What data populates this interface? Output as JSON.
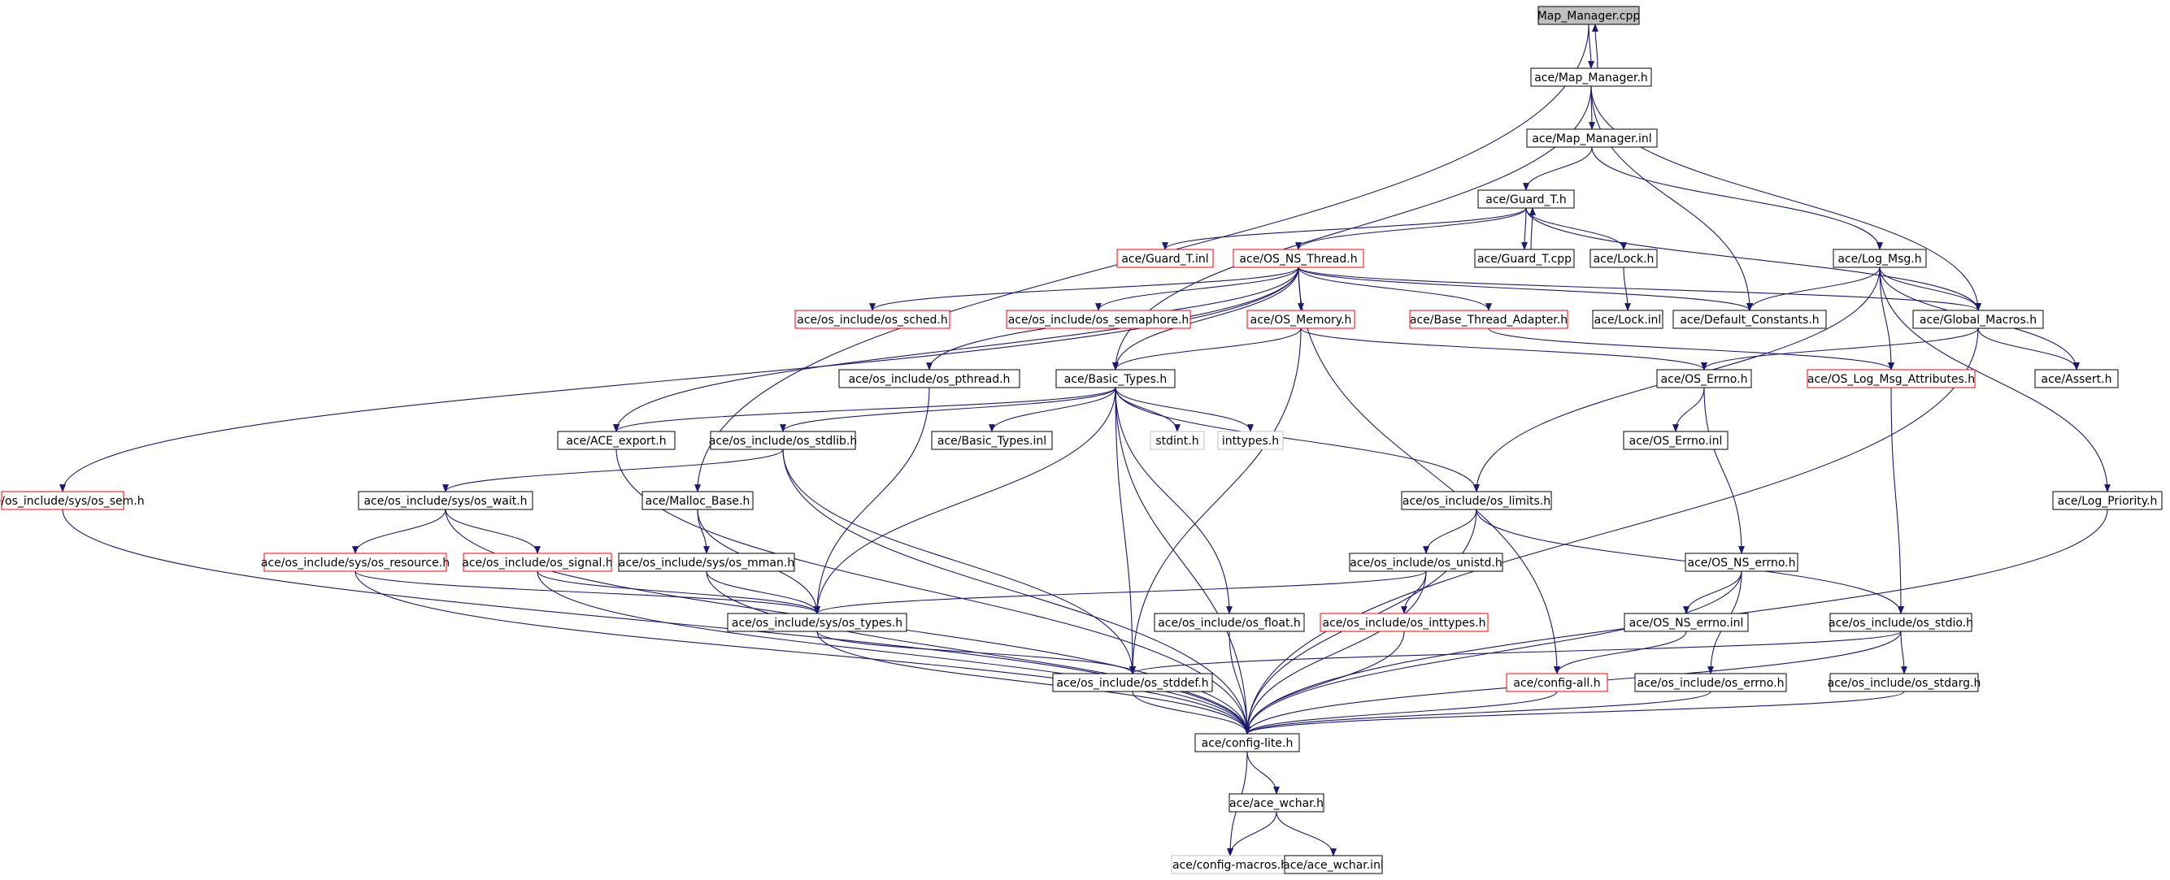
{
  "graph": {
    "colors": {
      "edge": "#191970",
      "node_border": "#000000",
      "node_border_incomplete": "#ff0000",
      "node_border_missing": "#bfbfbf",
      "root_fill": "#bfbfbf",
      "node_fill": "#ffffff"
    },
    "nodes": [
      {
        "id": "map_manager_cpp",
        "label": "Map_Manager.cpp",
        "style": "root"
      },
      {
        "id": "map_manager_h",
        "label": "ace/Map_Manager.h",
        "style": "normal"
      },
      {
        "id": "map_manager_inl",
        "label": "ace/Map_Manager.inl",
        "style": "normal"
      },
      {
        "id": "guard_t_h",
        "label": "ace/Guard_T.h",
        "style": "normal"
      },
      {
        "id": "guard_t_inl",
        "label": "ace/Guard_T.inl",
        "style": "incomplete"
      },
      {
        "id": "os_ns_thread_h",
        "label": "ace/OS_NS_Thread.h",
        "style": "incomplete"
      },
      {
        "id": "guard_t_cpp",
        "label": "ace/Guard_T.cpp",
        "style": "normal"
      },
      {
        "id": "lock_h",
        "label": "ace/Lock.h",
        "style": "normal"
      },
      {
        "id": "log_msg_h",
        "label": "ace/Log_Msg.h",
        "style": "normal"
      },
      {
        "id": "os_sched_h",
        "label": "ace/os_include/os_sched.h",
        "style": "incomplete"
      },
      {
        "id": "os_semaphore_h",
        "label": "ace/os_include/os_semaphore.h",
        "style": "incomplete"
      },
      {
        "id": "os_memory_h",
        "label": "ace/OS_Memory.h",
        "style": "incomplete"
      },
      {
        "id": "base_thread_adapter_h",
        "label": "ace/Base_Thread_Adapter.h",
        "style": "incomplete"
      },
      {
        "id": "lock_inl",
        "label": "ace/Lock.inl",
        "style": "normal"
      },
      {
        "id": "default_constants_h",
        "label": "ace/Default_Constants.h",
        "style": "normal"
      },
      {
        "id": "global_macros_h",
        "label": "ace/Global_Macros.h",
        "style": "normal"
      },
      {
        "id": "os_pthread_h",
        "label": "ace/os_include/os_pthread.h",
        "style": "normal"
      },
      {
        "id": "basic_types_h",
        "label": "ace/Basic_Types.h",
        "style": "normal"
      },
      {
        "id": "os_errno_h",
        "label": "ace/OS_Errno.h",
        "style": "normal"
      },
      {
        "id": "os_log_msg_attributes_h",
        "label": "ace/OS_Log_Msg_Attributes.h",
        "style": "incomplete"
      },
      {
        "id": "assert_h",
        "label": "ace/Assert.h",
        "style": "normal"
      },
      {
        "id": "ace_export_h",
        "label": "ace/ACE_export.h",
        "style": "normal"
      },
      {
        "id": "os_stdlib_h",
        "label": "ace/os_include/os_stdlib.h",
        "style": "normal"
      },
      {
        "id": "basic_types_inl",
        "label": "ace/Basic_Types.inl",
        "style": "normal"
      },
      {
        "id": "stdint_h",
        "label": "stdint.h",
        "style": "missing"
      },
      {
        "id": "inttypes_h",
        "label": "inttypes.h",
        "style": "missing"
      },
      {
        "id": "os_errno_inl",
        "label": "ace/OS_Errno.inl",
        "style": "normal"
      },
      {
        "id": "os_sem_h",
        "label": "ace/os_include/sys/os_sem.h",
        "style": "incomplete"
      },
      {
        "id": "os_wait_h",
        "label": "ace/os_include/sys/os_wait.h",
        "style": "normal"
      },
      {
        "id": "malloc_base_h",
        "label": "ace/Malloc_Base.h",
        "style": "normal"
      },
      {
        "id": "os_limits_h",
        "label": "ace/os_include/os_limits.h",
        "style": "normal"
      },
      {
        "id": "log_priority_h",
        "label": "ace/Log_Priority.h",
        "style": "normal"
      },
      {
        "id": "os_resource_h",
        "label": "ace/os_include/sys/os_resource.h",
        "style": "incomplete"
      },
      {
        "id": "os_signal_h",
        "label": "ace/os_include/os_signal.h",
        "style": "incomplete"
      },
      {
        "id": "os_mman_h",
        "label": "ace/os_include/sys/os_mman.h",
        "style": "normal"
      },
      {
        "id": "os_unistd_h",
        "label": "ace/os_include/os_unistd.h",
        "style": "normal"
      },
      {
        "id": "os_ns_errno_h",
        "label": "ace/OS_NS_errno.h",
        "style": "normal"
      },
      {
        "id": "os_types_h",
        "label": "ace/os_include/sys/os_types.h",
        "style": "normal"
      },
      {
        "id": "os_float_h",
        "label": "ace/os_include/os_float.h",
        "style": "normal"
      },
      {
        "id": "os_inttypes_h",
        "label": "ace/os_include/os_inttypes.h",
        "style": "incomplete"
      },
      {
        "id": "os_ns_errno_inl",
        "label": "ace/OS_NS_errno.inl",
        "style": "normal"
      },
      {
        "id": "os_stdio_h",
        "label": "ace/os_include/os_stdio.h",
        "style": "normal"
      },
      {
        "id": "os_stddef_h",
        "label": "ace/os_include/os_stddef.h",
        "style": "normal"
      },
      {
        "id": "config_all_h",
        "label": "ace/config-all.h",
        "style": "incomplete"
      },
      {
        "id": "os_errno_os_h",
        "label": "ace/os_include/os_errno.h",
        "style": "normal"
      },
      {
        "id": "os_stdarg_h",
        "label": "ace/os_include/os_stdarg.h",
        "style": "normal"
      },
      {
        "id": "config_lite_h",
        "label": "ace/config-lite.h",
        "style": "normal"
      },
      {
        "id": "ace_wchar_h",
        "label": "ace/ace_wchar.h",
        "style": "normal"
      },
      {
        "id": "config_macros_h",
        "label": "ace/config-macros.h",
        "style": "missing"
      },
      {
        "id": "ace_wchar_inl",
        "label": "ace/ace_wchar.inl",
        "style": "normal"
      }
    ],
    "edges": [
      [
        "map_manager_cpp",
        "map_manager_h"
      ],
      [
        "map_manager_h",
        "map_manager_cpp"
      ],
      [
        "map_manager_cpp",
        "malloc_base_h"
      ],
      [
        "map_manager_h",
        "map_manager_inl"
      ],
      [
        "map_manager_h",
        "basic_types_h"
      ],
      [
        "map_manager_h",
        "default_constants_h"
      ],
      [
        "map_manager_h",
        "global_macros_h"
      ],
      [
        "map_manager_inl",
        "guard_t_h"
      ],
      [
        "map_manager_inl",
        "log_msg_h"
      ],
      [
        "guard_t_h",
        "guard_t_inl"
      ],
      [
        "guard_t_h",
        "os_ns_thread_h"
      ],
      [
        "guard_t_h",
        "guard_t_cpp"
      ],
      [
        "guard_t_cpp",
        "guard_t_h"
      ],
      [
        "guard_t_h",
        "lock_h"
      ],
      [
        "guard_t_h",
        "global_macros_h"
      ],
      [
        "os_ns_thread_h",
        "os_sched_h"
      ],
      [
        "os_ns_thread_h",
        "os_semaphore_h"
      ],
      [
        "os_ns_thread_h",
        "os_memory_h"
      ],
      [
        "os_ns_thread_h",
        "base_thread_adapter_h"
      ],
      [
        "os_ns_thread_h",
        "default_constants_h"
      ],
      [
        "os_ns_thread_h",
        "global_macros_h"
      ],
      [
        "os_ns_thread_h",
        "os_pthread_h"
      ],
      [
        "os_ns_thread_h",
        "basic_types_h"
      ],
      [
        "os_ns_thread_h",
        "ace_export_h"
      ],
      [
        "os_ns_thread_h",
        "os_sem_h"
      ],
      [
        "os_ns_thread_h",
        "config_all_h"
      ],
      [
        "lock_h",
        "lock_inl"
      ],
      [
        "log_msg_h",
        "default_constants_h"
      ],
      [
        "log_msg_h",
        "global_macros_h"
      ],
      [
        "log_msg_h",
        "os_log_msg_attributes_h"
      ],
      [
        "log_msg_h",
        "assert_h"
      ],
      [
        "log_msg_h",
        "log_priority_h"
      ],
      [
        "log_msg_h",
        "os_limits_h"
      ],
      [
        "os_memory_h",
        "basic_types_h"
      ],
      [
        "os_memory_h",
        "os_errno_h"
      ],
      [
        "os_memory_h",
        "os_stddef_h"
      ],
      [
        "base_thread_adapter_h",
        "os_log_msg_attributes_h"
      ],
      [
        "global_macros_h",
        "os_errno_h"
      ],
      [
        "global_macros_h",
        "assert_h"
      ],
      [
        "global_macros_h",
        "config_lite_h"
      ],
      [
        "os_pthread_h",
        "os_types_h"
      ],
      [
        "basic_types_h",
        "ace_export_h"
      ],
      [
        "basic_types_h",
        "os_stdlib_h"
      ],
      [
        "basic_types_h",
        "basic_types_inl"
      ],
      [
        "basic_types_h",
        "stdint_h"
      ],
      [
        "basic_types_h",
        "inttypes_h"
      ],
      [
        "basic_types_h",
        "os_limits_h"
      ],
      [
        "basic_types_h",
        "os_float_h"
      ],
      [
        "basic_types_h",
        "os_stddef_h"
      ],
      [
        "basic_types_h",
        "os_types_h"
      ],
      [
        "basic_types_h",
        "config_lite_h"
      ],
      [
        "os_errno_h",
        "os_errno_inl"
      ],
      [
        "os_errno_h",
        "os_ns_errno_h"
      ],
      [
        "os_log_msg_attributes_h",
        "os_stdio_h"
      ],
      [
        "ace_export_h",
        "config_lite_h"
      ],
      [
        "os_stdlib_h",
        "os_wait_h"
      ],
      [
        "os_stdlib_h",
        "os_stddef_h"
      ],
      [
        "os_stdlib_h",
        "config_lite_h"
      ],
      [
        "os_sem_h",
        "config_lite_h"
      ],
      [
        "os_wait_h",
        "os_resource_h"
      ],
      [
        "os_wait_h",
        "os_signal_h"
      ],
      [
        "os_wait_h",
        "config_lite_h"
      ],
      [
        "malloc_base_h",
        "os_mman_h"
      ],
      [
        "malloc_base_h",
        "os_types_h"
      ],
      [
        "os_limits_h",
        "os_unistd_h"
      ],
      [
        "os_limits_h",
        "os_stdio_h"
      ],
      [
        "os_limits_h",
        "config_lite_h"
      ],
      [
        "log_priority_h",
        "config_lite_h"
      ],
      [
        "os_resource_h",
        "os_types_h"
      ],
      [
        "os_resource_h",
        "config_lite_h"
      ],
      [
        "os_signal_h",
        "os_types_h"
      ],
      [
        "os_signal_h",
        "config_lite_h"
      ],
      [
        "os_mman_h",
        "os_types_h"
      ],
      [
        "os_mman_h",
        "config_lite_h"
      ],
      [
        "os_unistd_h",
        "os_types_h"
      ],
      [
        "os_unistd_h",
        "os_inttypes_h"
      ],
      [
        "os_unistd_h",
        "config_lite_h"
      ],
      [
        "os_ns_errno_h",
        "os_ns_errno_inl"
      ],
      [
        "os_ns_errno_h",
        "os_errno_os_h"
      ],
      [
        "os_ns_errno_h",
        "config_lite_h"
      ],
      [
        "os_types_h",
        "os_stddef_h"
      ],
      [
        "os_types_h",
        "config_lite_h"
      ],
      [
        "os_float_h",
        "config_lite_h"
      ],
      [
        "os_inttypes_h",
        "config_lite_h"
      ],
      [
        "os_ns_errno_inl",
        "config_all_h"
      ],
      [
        "os_stdio_h",
        "os_stdarg_h"
      ],
      [
        "os_stdio_h",
        "os_stddef_h"
      ],
      [
        "os_stdio_h",
        "config_lite_h"
      ],
      [
        "os_stddef_h",
        "config_lite_h"
      ],
      [
        "config_all_h",
        "config_lite_h"
      ],
      [
        "os_errno_os_h",
        "config_lite_h"
      ],
      [
        "os_stdarg_h",
        "config_lite_h"
      ],
      [
        "config_lite_h",
        "ace_wchar_h"
      ],
      [
        "config_lite_h",
        "config_macros_h"
      ],
      [
        "ace_wchar_h",
        "config_macros_h"
      ],
      [
        "ace_wchar_h",
        "ace_wchar_inl"
      ]
    ]
  }
}
